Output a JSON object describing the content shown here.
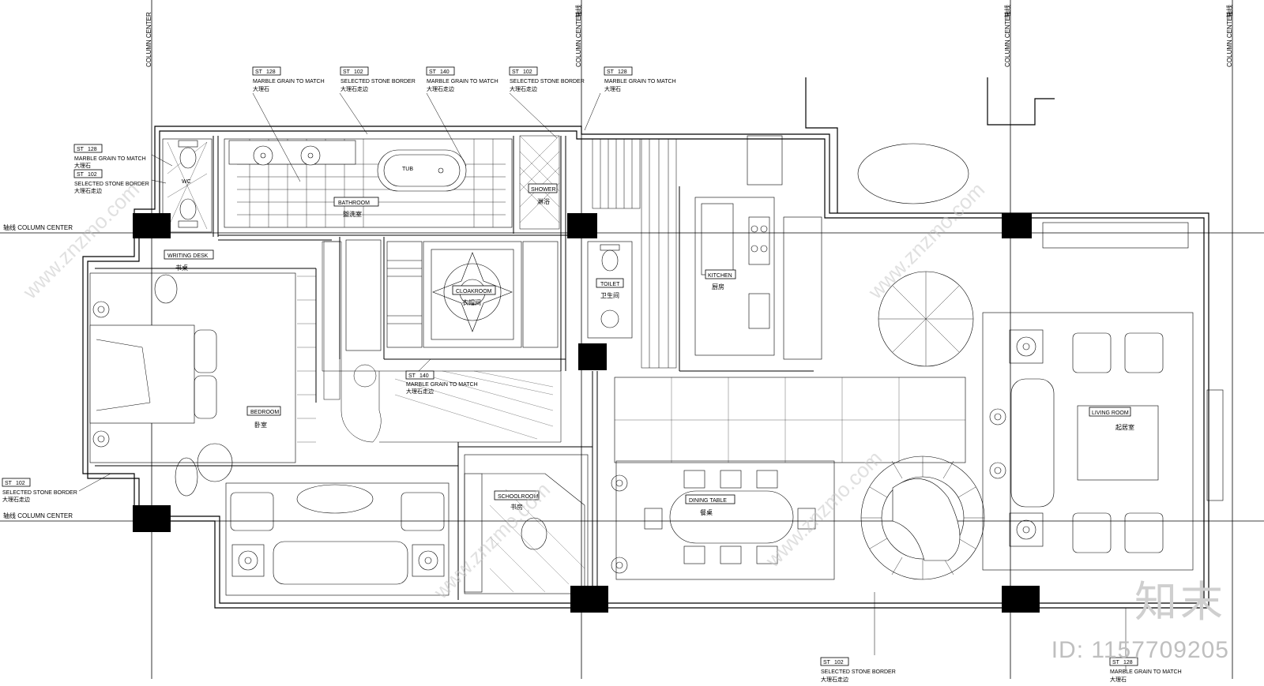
{
  "axis_labels": {
    "column_center": "COLUMN CENTER",
    "axis_cn": "轴线",
    "axis_row": "轴线  COLUMN CENTER"
  },
  "material_tags": [
    {
      "code": "ST",
      "num": "128",
      "en": "MARBLE GRAIN TO MATCH",
      "cn": "大理石"
    },
    {
      "code": "ST",
      "num": "102",
      "en": "SELECTED STONE BORDER",
      "cn": "大理石走边"
    },
    {
      "code": "ST",
      "num": "140",
      "en": "MARBLE GRAIN TO MATCH",
      "cn": "大理石走边"
    },
    {
      "code": "ST",
      "num": "102",
      "en": "SELECTED STONE BORDER",
      "cn": "大理石走边"
    },
    {
      "code": "ST",
      "num": "128",
      "en": "MARBLE GRAIN TO MATCH",
      "cn": "大理石"
    },
    {
      "code": "ST",
      "num": "128",
      "en": "MARBLE GRAIN TO MATCH",
      "cn": "大理石"
    },
    {
      "code": "ST",
      "num": "102",
      "en": "SELECTED STONE BORDER",
      "cn": "大理石走边"
    },
    {
      "code": "ST",
      "num": "140",
      "en": "MARBLE GRAIN TO MATCH",
      "cn": "大理石走边"
    },
    {
      "code": "ST",
      "num": "102",
      "en": "SELECTED STONE BORDER",
      "cn": "大理石走边"
    },
    {
      "code": "ST",
      "num": "102",
      "en": "SELECTED STONE BORDER",
      "cn": "大理石走边"
    },
    {
      "code": "ST",
      "num": "128",
      "en": "MARBLE GRAIN TO MATCH",
      "cn": "大理石"
    }
  ],
  "rooms": {
    "wc": {
      "en": "WC"
    },
    "bathroom": {
      "en": "BATHROOM",
      "cn": "盥洗室"
    },
    "tub": {
      "en": "TUB"
    },
    "shower": {
      "en": "SHOWER",
      "cn": "淋浴"
    },
    "writing_desk": {
      "en": "WRITING DESK",
      "cn": "书桌"
    },
    "cloakroom": {
      "en": "CLOAKROOM",
      "cn": "衣帽间"
    },
    "toilet": {
      "en": "TOILET",
      "cn": "卫生间"
    },
    "kitchen": {
      "en": "KITCHEN",
      "cn": "厨房"
    },
    "bedroom": {
      "en": "BEDROOM",
      "cn": "卧室"
    },
    "schoolroom": {
      "en": "SCHOOLROOM",
      "cn": "书房"
    },
    "dining_table": {
      "en": "DINING TABLE",
      "cn": "餐桌"
    },
    "living_room": {
      "en": "LIVING ROOM",
      "cn": "起居室"
    }
  },
  "watermark": {
    "url": "www.znzmo.com",
    "brand": "知末",
    "id": "ID: 1157709205"
  }
}
